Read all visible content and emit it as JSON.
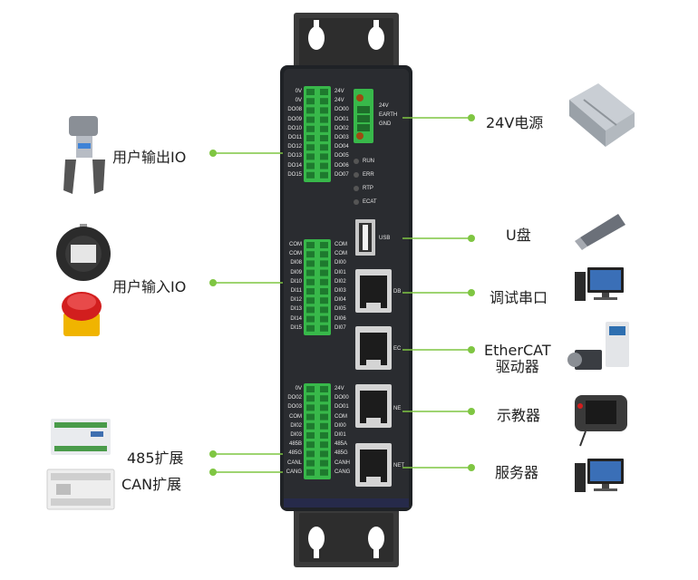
{
  "callouts": {
    "user_output_io": "用户输出IO",
    "user_input_io": "用户输入IO",
    "ext_485": "485扩展",
    "ext_can": "CAN扩展",
    "power_24v": "24V电源",
    "udisk": "U盘",
    "debug_serial": "调试串口",
    "ethercat_line1": "EtherCAT",
    "ethercat_line2": "驱动器",
    "teach_pendant": "示教器",
    "server": "服务器"
  },
  "terminals": {
    "output_left": [
      "0V",
      "0V",
      "DO08",
      "DO09",
      "DO10",
      "DO11",
      "DO12",
      "DO13",
      "DO14",
      "DO15"
    ],
    "output_right": [
      "24V",
      "24V",
      "DO00",
      "DO01",
      "DO02",
      "DO03",
      "DO04",
      "DO05",
      "DO06",
      "DO07"
    ],
    "power": [
      "24V",
      "EARTH",
      "GND"
    ],
    "leds": [
      "RUN",
      "ERR",
      "RTP",
      "ECAT"
    ],
    "usb": "USB",
    "input_left": [
      "COM",
      "COM",
      "DI08",
      "DI09",
      "DI10",
      "DI11",
      "DI12",
      "DI13",
      "DI14",
      "DI15"
    ],
    "input_right": [
      "COM",
      "COM",
      "DI00",
      "DI01",
      "DI02",
      "DI03",
      "DI04",
      "DI05",
      "DI06",
      "DI07"
    ],
    "ports": [
      "DB",
      "EC",
      "NE",
      "NET"
    ],
    "bus_left": [
      "0V",
      "DO02",
      "DO03",
      "COM",
      "DI02",
      "DI03",
      "485B",
      "485G",
      "CANL",
      "CANG"
    ],
    "bus_right": [
      "24V",
      "DO00",
      "DO01",
      "COM",
      "DI00",
      "DI01",
      "485A",
      "485G",
      "CANH",
      "CANG"
    ]
  },
  "colors": {
    "accent_green": "#7fc642",
    "device_body": "#2a2c30",
    "terminal_green": "#38b84a",
    "bracket": "#3a3a3a"
  }
}
